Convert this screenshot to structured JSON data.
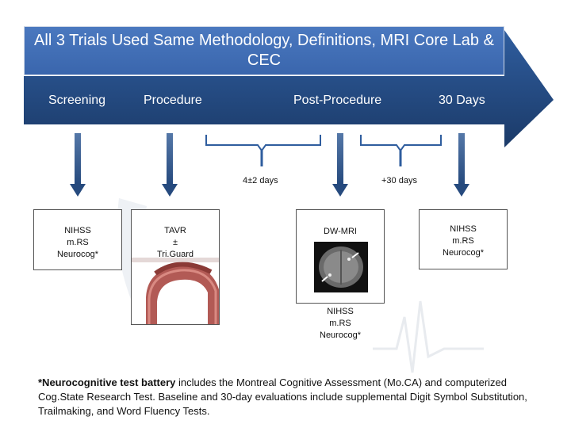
{
  "title": "All 3 Trials Used Same Methodology, Definitions, MRI Core Lab & CEC",
  "phases": {
    "screening": "Screening",
    "procedure": "Procedure",
    "post_procedure": "Post-Procedure",
    "thirty_days": "30 Days"
  },
  "timing": {
    "early": "4±2 days",
    "late": "+30 days"
  },
  "boxes": {
    "screening": "NIHSS\nm.RS\nNeurocog*",
    "procedure_line1": "TAVR",
    "procedure_line2": "±",
    "procedure_line3": "Tri.Guard",
    "mri_label": "DW-MRI",
    "post_assess": "NIHSS\nm.RS\nNeurocog*",
    "thirty_days": "NIHSS\nm.RS\nNeurocog*"
  },
  "footnote": {
    "bold": "*Neurocognitive test battery",
    "rest": " includes the Montreal Cognitive Assessment (Mo.CA) and computerized Cog.State Research Test. Baseline and 30-day evaluations include supplemental Digit Symbol Substitution, Trailmaking, and Word Fluency Tests."
  },
  "colors": {
    "title_bg": "#4472c4",
    "arrow_dark": "#1f3f6e",
    "arrow_mid": "#2e5a96",
    "down_arrow": "#2b4f82"
  }
}
